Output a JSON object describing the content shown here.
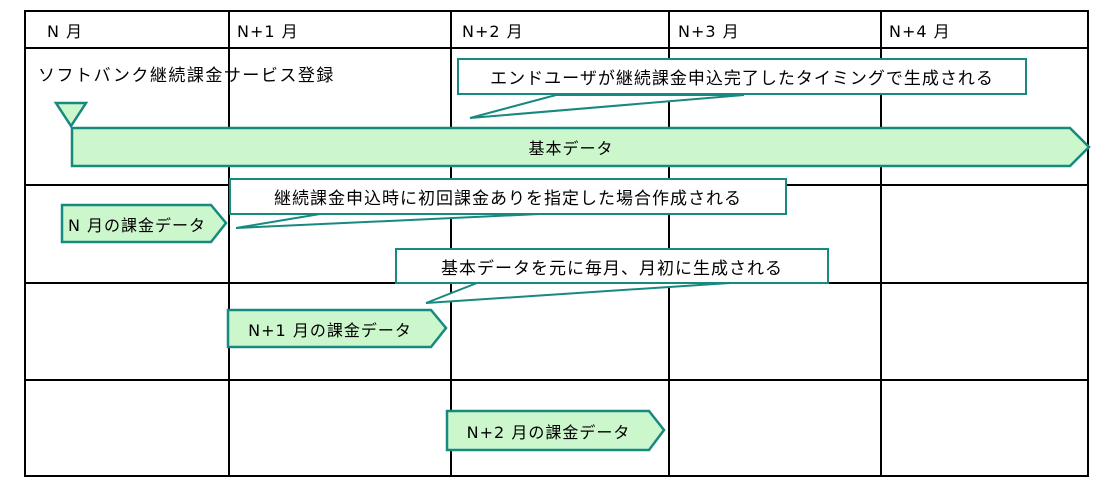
{
  "colors": {
    "shape_border": "#17897f",
    "shape_fill": "#ccf6cc",
    "tail_fill": "#ffffff",
    "grid_line": "#000000"
  },
  "header": {
    "columns": [
      "N 月",
      "N+1 月",
      "N+2 月",
      "N+3 月",
      "N+4 月"
    ]
  },
  "annotations": {
    "registration": "ソフトバンク継続課金サービス登録",
    "callout_base_data": "エンドユーザが継続課金申込完了したタイミングで生成される",
    "callout_first_billing": "継続課金申込時に初回課金ありを指定した場合作成される",
    "callout_monthly_billing": "基本データを元に毎月、月初に生成される"
  },
  "banners": {
    "base_data": "基本データ",
    "billing_n": "N 月の課金データ",
    "billing_n1": "N+1 月の課金データ",
    "billing_n2": "N+2 月の課金データ"
  }
}
